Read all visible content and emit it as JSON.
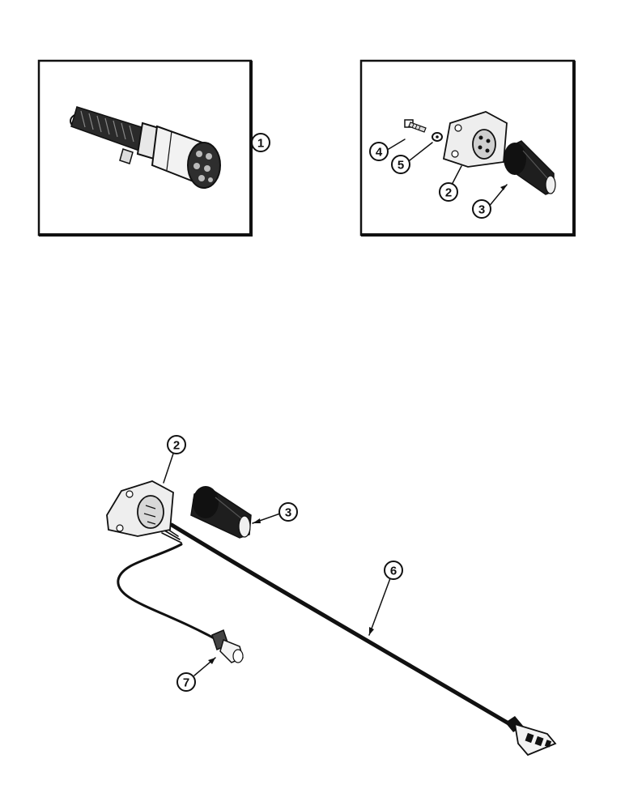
{
  "callouts": {
    "plug": "1",
    "socket_top": "2",
    "boot_top": "3",
    "screw": "4",
    "washer": "5",
    "socket_bottom": "2",
    "boot_bottom": "3",
    "harness": "6",
    "sensor": "7"
  }
}
